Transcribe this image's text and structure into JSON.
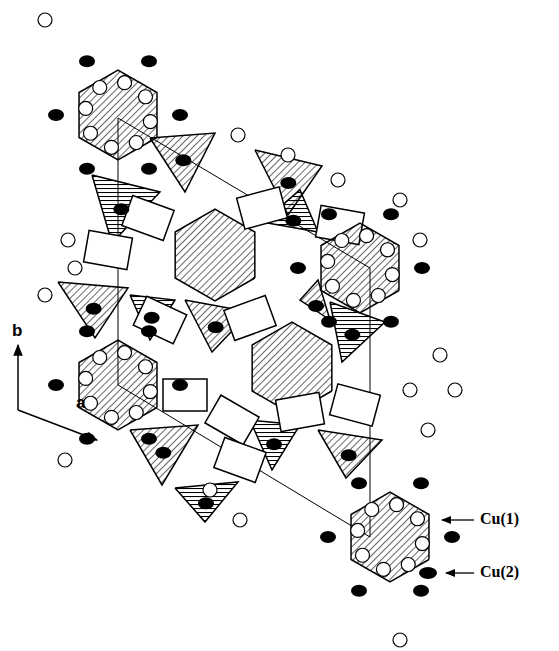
{
  "diagram": {
    "labels": [
      "b",
      "a",
      "Cu(1)",
      "Cu(2)"
    ]
  }
}
